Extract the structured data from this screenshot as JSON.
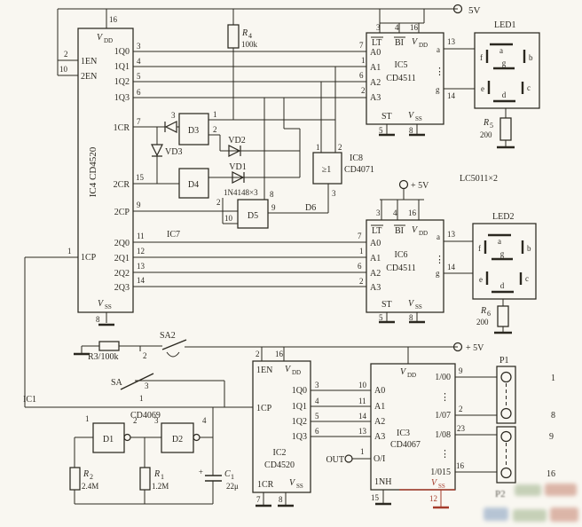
{
  "power": {
    "top": "5V",
    "mid": "+ 5V",
    "bottom": "+ 5V"
  },
  "sub": {
    "v": "V",
    "dd": "DD",
    "ss": "SS"
  },
  "ic4": {
    "name": "IC4 CD4520",
    "p16": "16",
    "p8": "8",
    "pen1": "2",
    "pen2": "10",
    "en1": "1EN",
    "en2": "2EN",
    "pcp1": "1",
    "cp1": "1CP",
    "q1": [
      {
        "n": "3",
        "l": "1Q0"
      },
      {
        "n": "4",
        "l": "1Q1"
      },
      {
        "n": "5",
        "l": "1Q2"
      },
      {
        "n": "6",
        "l": "1Q3"
      }
    ],
    "cr1": "1CR",
    "pcr1": "7",
    "cr2": "2CR",
    "pcr2": "15",
    "cp2": "2CP",
    "pcp2": "9",
    "q2": [
      {
        "n": "11",
        "l": "2Q0"
      },
      {
        "n": "12",
        "l": "2Q1"
      },
      {
        "n": "13",
        "l": "2Q2"
      },
      {
        "n": "14",
        "l": "2Q3"
      }
    ]
  },
  "r4": {
    "ref": "R",
    "sub": "4",
    "val": "100k"
  },
  "dio": {
    "p3": "3",
    "d3": "D3",
    "p1": "1",
    "p2": "2",
    "vd3": "VD3",
    "vd2": "VD2",
    "vd1": "VD1",
    "d4": "D4",
    "d4p2": "2",
    "note": "1N4148×3",
    "d5": "D5",
    "p8": "8",
    "p9": "9",
    "p10": "10",
    "d6": "D6"
  },
  "ic7": "IC7",
  "ic1": "IC1",
  "ic8": {
    "name": "IC8",
    "part": "CD4071",
    "gate": "≥1",
    "p1": "1",
    "p2": "2",
    "p3": "3"
  },
  "ic5": {
    "name": "IC5",
    "part": "CD4511",
    "p3": "3",
    "p4": "4",
    "p16": "16",
    "lt": "LT",
    "bi": "BI",
    "a": [
      {
        "n": "7",
        "l": "A0"
      },
      {
        "n": "1",
        "l": "A1"
      },
      {
        "n": "6",
        "l": "A2"
      },
      {
        "n": "2",
        "l": "A3"
      }
    ],
    "sega": "a",
    "segg": "g",
    "p13": "13",
    "p14": "14",
    "dots": "⋮",
    "st": "ST",
    "p5": "5",
    "p8": "8"
  },
  "ic6": {
    "name": "IC6",
    "part": "CD4511",
    "p3": "3",
    "p4": "4",
    "p16": "16",
    "lt": "LT",
    "bi": "BI",
    "a": [
      {
        "n": "7",
        "l": "A0"
      },
      {
        "n": "1",
        "l": "A1"
      },
      {
        "n": "6",
        "l": "A2"
      },
      {
        "n": "2",
        "l": "A3"
      }
    ],
    "sega": "a",
    "segg": "g",
    "p13": "13",
    "p14": "14",
    "dots": "⋮",
    "st": "ST",
    "p5": "5",
    "p8": "8"
  },
  "led1": {
    "name": "LED1",
    "segs": [
      "a",
      "b",
      "c",
      "d",
      "e",
      "f",
      "g"
    ]
  },
  "led2": {
    "name": "LED2",
    "segs": [
      "a",
      "b",
      "c",
      "d",
      "e",
      "f",
      "g"
    ]
  },
  "lc": "LC5011×2",
  "r5": {
    "ref": "R",
    "sub": "5",
    "val": "200"
  },
  "r6": {
    "ref": "R",
    "sub": "6",
    "val": "200"
  },
  "r3": {
    "label": "R3/100k"
  },
  "sw": {
    "sa2": "SA2",
    "n2": "2",
    "sa": "SA",
    "n3": "3",
    "n1": "1"
  },
  "osc": {
    "name": "CD4069",
    "d1": "D1",
    "d2": "D2",
    "p1": "1",
    "p2": "2",
    "p3": "3",
    "p4": "4",
    "r2": {
      "ref": "R",
      "sub": "2",
      "val": "2.4M"
    },
    "r1": {
      "ref": "R",
      "sub": "1",
      "val": "1.2M"
    },
    "c1": {
      "ref": "C",
      "sub": "1",
      "val": "22μ",
      "plus": "+"
    }
  },
  "ic2": {
    "name": "IC2",
    "part": "CD4520",
    "p2": "2",
    "p16": "16",
    "en1": "1EN",
    "cp1": "1CP",
    "q": [
      {
        "n": "3",
        "l": "1Q0"
      },
      {
        "n": "4",
        "l": "1Q1"
      },
      {
        "n": "5",
        "l": "1Q2"
      },
      {
        "n": "6",
        "l": "1Q3"
      }
    ],
    "cr1": "1CR",
    "p7": "7",
    "p8": "8",
    "out": "OUT",
    "outpin": "1"
  },
  "ic3": {
    "name": "IC3",
    "part": "CD4067",
    "oi": "O/I",
    "a": [
      {
        "n": "10",
        "l": "A0"
      },
      {
        "n": "11",
        "l": "A1"
      },
      {
        "n": "14",
        "l": "A2"
      },
      {
        "n": "13",
        "l": "A3"
      }
    ],
    "ch": [
      {
        "n": "9",
        "l": "1/00"
      },
      {
        "n": "2",
        "l": "1/07"
      },
      {
        "n": "23",
        "l": "1/08"
      },
      {
        "n": "16",
        "l": "1/015"
      }
    ],
    "dots": "⋮",
    "inh": "1NH",
    "p15": "15",
    "vss_pin": "12"
  },
  "p1": {
    "name": "P1",
    "r1": "1",
    "r8": "8",
    "r9": "9",
    "r16": "16"
  },
  "watermark": {
    "p2": "P2"
  }
}
